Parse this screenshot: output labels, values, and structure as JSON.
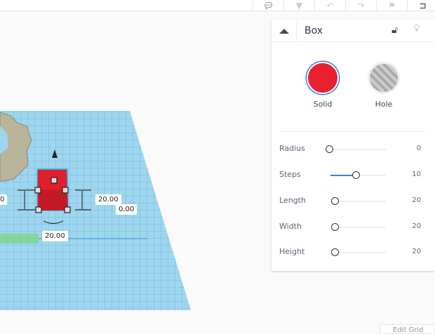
{
  "toolbar": {
    "icons": [
      "comment-icon",
      "bulb-icon",
      "undo-icon",
      "redo-icon",
      "flag-icon",
      "workplane-icon"
    ]
  },
  "panel": {
    "title": "Box",
    "lock_icon": "unlock-icon",
    "bulb_icon": "bulb-icon",
    "solid": {
      "label": "Solid",
      "color": "#e8202f"
    },
    "hole": {
      "label": "Hole"
    },
    "params": [
      {
        "label": "Radius",
        "value": "0",
        "fraction": 0
      },
      {
        "label": "Steps",
        "value": "10",
        "fraction": 0.35
      },
      {
        "label": "Length",
        "value": "20",
        "fraction": 0
      },
      {
        "label": "Width",
        "value": "20",
        "fraction": 0
      },
      {
        "label": "Height",
        "value": "20",
        "fraction": 0
      }
    ]
  },
  "dims": {
    "left": "0",
    "height": "20.00",
    "elevation": "0.00",
    "width": "20.00"
  },
  "edit_grid": "Edit Grid"
}
